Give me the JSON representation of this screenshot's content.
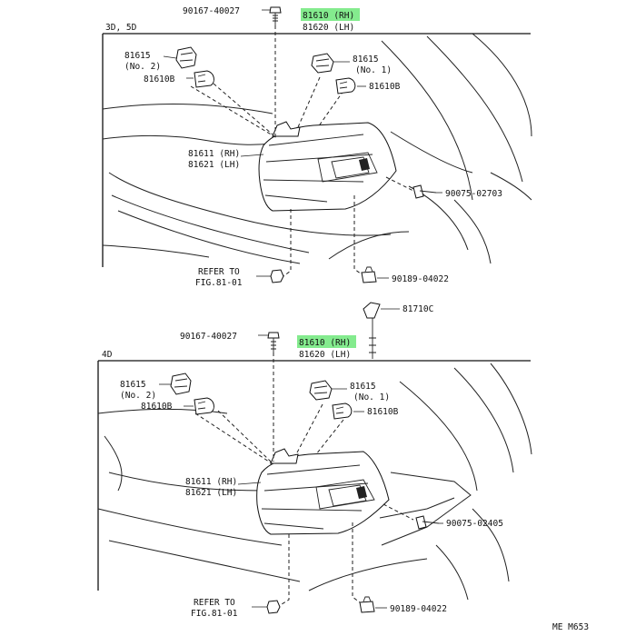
{
  "page_code": "ME M653",
  "sections": [
    {
      "variant": "3D, 5D",
      "top_bolt": "90167-40027",
      "lamp_rh": "81610 (RH)",
      "lamp_lh": "81620 (LH)",
      "socket_no2_num": "81615",
      "socket_no2_tag": "(No. 2)",
      "bulb_left": "81610B",
      "socket_no1_num": "81615",
      "socket_no1_tag": "(No. 1)",
      "bulb_right": "81610B",
      "lens_rh": "81611 (RH)",
      "lens_lh": "81621 (LH)",
      "screw": "90075-02703",
      "refer_1": "REFER TO",
      "refer_2": "FIG.81-01",
      "clip": "90189-04022"
    },
    {
      "variant": "4D",
      "top_bolt": "90167-40027",
      "lamp_rh": "81610 (RH)",
      "lamp_lh": "81620 (LH)",
      "socket_no2_num": "81615",
      "socket_no2_tag": "(No. 2)",
      "bulb_left": "81610B",
      "socket_no1_num": "81615",
      "socket_no1_tag": "(No. 1)",
      "bulb_right": "81610B",
      "lens_rh": "81611 (RH)",
      "lens_lh": "81621 (LH)",
      "screw": "90075-02405",
      "refer_1": "REFER TO",
      "refer_2": "FIG.81-01",
      "clip": "90189-04022"
    }
  ],
  "extra_part": "81710C",
  "highlight_color": "#6ee87a"
}
